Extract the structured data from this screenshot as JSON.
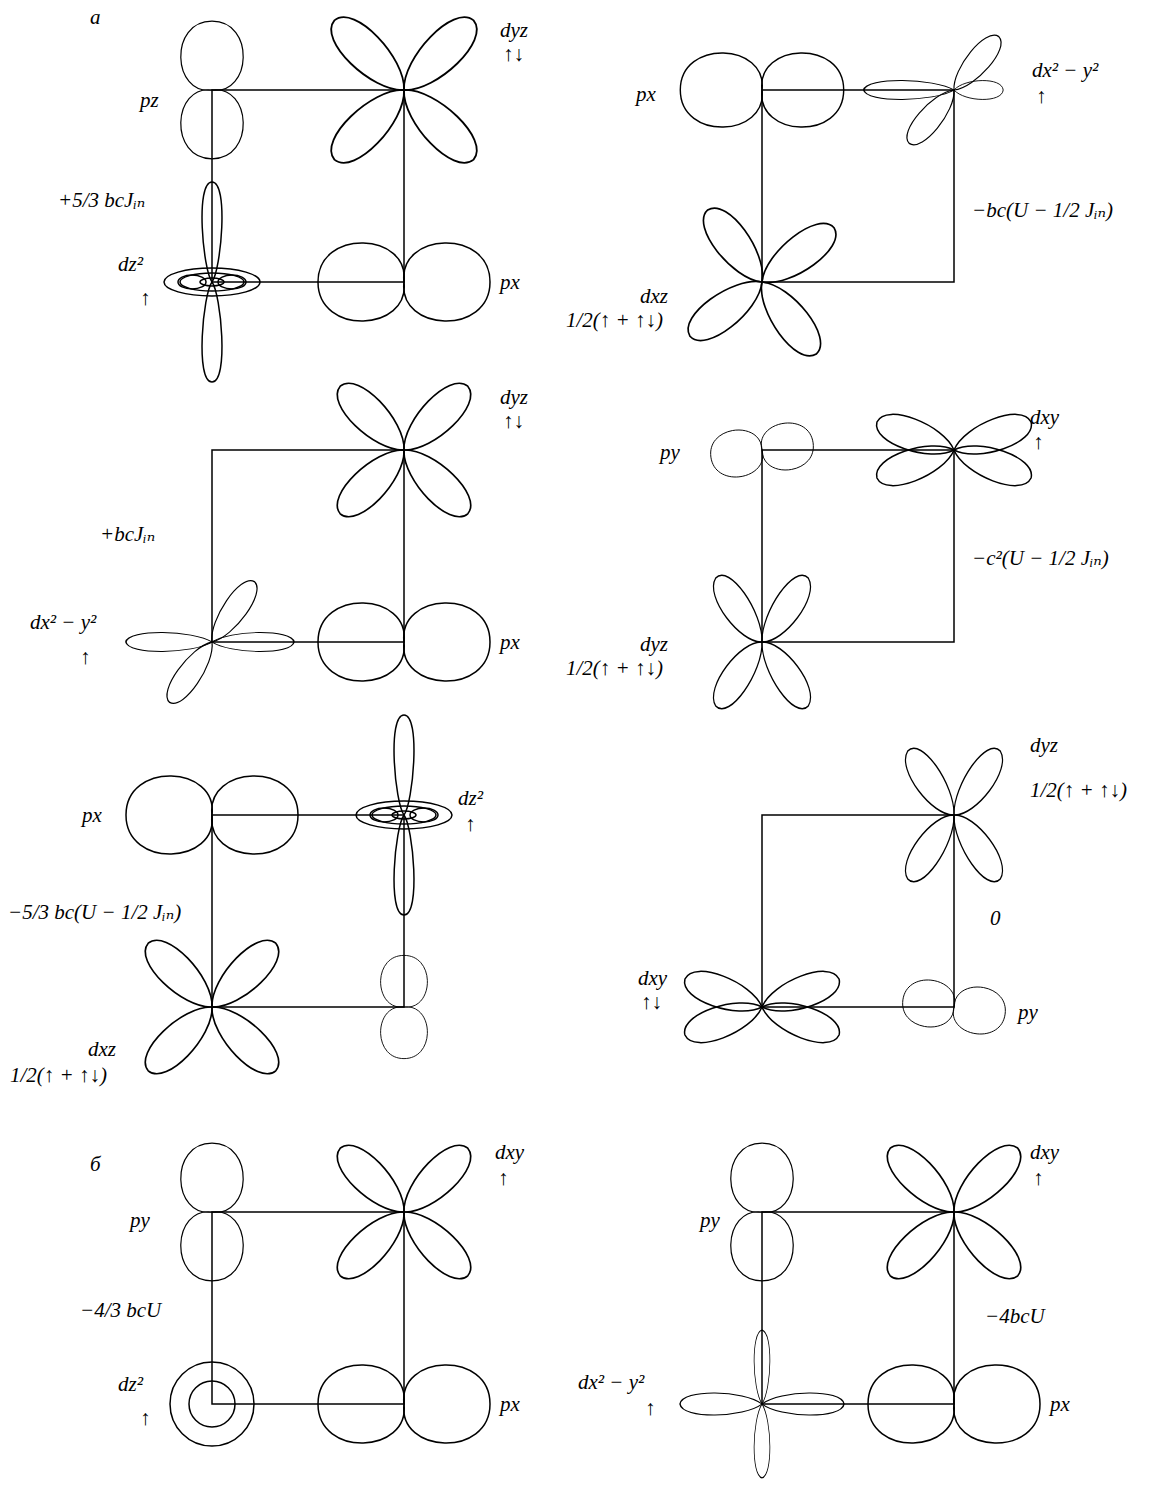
{
  "diagram": {
    "labels": [
      "а",
      "pz",
      "dyz",
      "↑↓",
      "+5/3 bcJᵢₙ",
      "dz²",
      "↑",
      "px",
      "px",
      "dx² − y²",
      "↑",
      "−bc(U − 1/2 Jᵢₙ)",
      "dxz",
      "1/2(↑ + ↑↓)",
      "dyz",
      "↑↓",
      "+bcJᵢₙ",
      "dx² − y²",
      "↑",
      "px",
      "py",
      "dxy",
      "↑",
      "−c²(U − 1/2 Jᵢₙ)",
      "dyz",
      "1/2(↑ + ↑↓)",
      "px",
      "dz²",
      "↑",
      "−5/3 bc(U − 1/2 Jᵢₙ)",
      "dxz",
      "1/2(↑ + ↑↓)",
      "dyz",
      "1/2(↑ + ↑↓)",
      "0",
      "dxy",
      "↑↓",
      "py",
      "б",
      "py",
      "dxy",
      "↑",
      "−4/3 bcU",
      "dz²",
      "↑",
      "px",
      "py",
      "dxy",
      "↑",
      "−4bcU",
      "dx² − y²",
      "↑",
      "px"
    ]
  }
}
